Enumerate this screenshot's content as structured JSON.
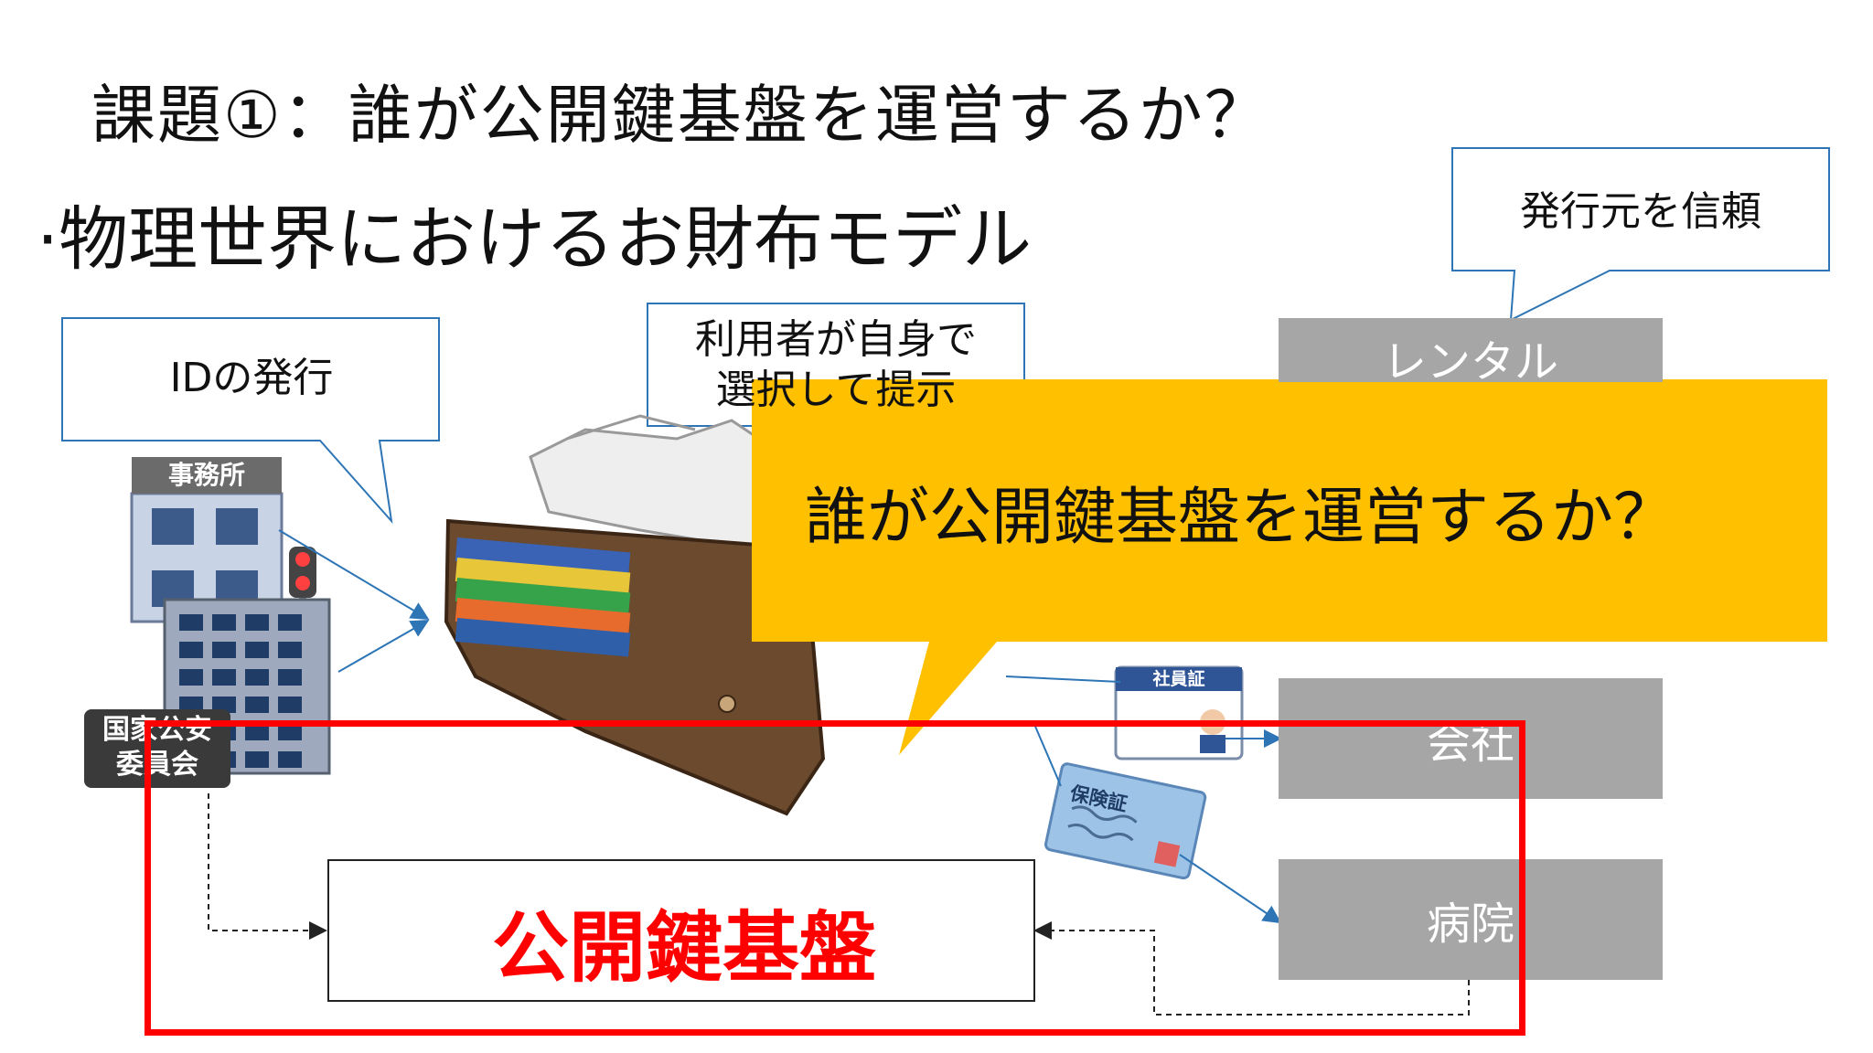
{
  "slide": {
    "title": "課題①：誰が公開鍵基盤を運営するか？",
    "bullet": "·物理世界におけるお財布モデル"
  },
  "callouts": {
    "id_issue": "IDの発行",
    "user_select_line1": "利用者が自身で",
    "user_select_line2": "選択して提示",
    "trust_issuer": "発行元を信頼"
  },
  "verifiers": [
    "レンタル",
    "会社",
    "病院"
  ],
  "banner": {
    "text": "誰が公開鍵基盤を運営するか？",
    "color": "#ffc000"
  },
  "pki": {
    "label": "公開鍵基盤"
  },
  "illustrations": {
    "office_sign": "事務所",
    "commission_line1": "国家公安",
    "commission_line2": "委員会",
    "employee_id": "社員証",
    "insurance_card": "保険証"
  },
  "colors": {
    "highlight_frame": "#ff0000",
    "verifier_box": "#a6a6a6",
    "arrow": "#2e75b6"
  }
}
